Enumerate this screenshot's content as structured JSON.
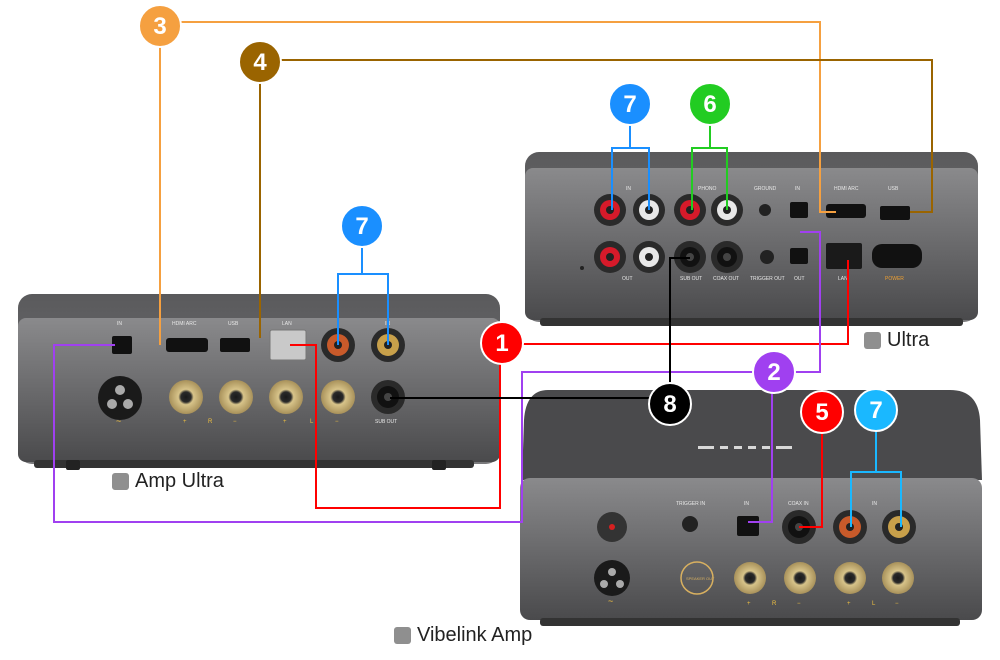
{
  "devices": {
    "amp_ultra": {
      "name": "Amp Ultra",
      "ports": {
        "in": "IN",
        "hdmi": "HDMI ARC",
        "usb": "USB",
        "lan": "LAN",
        "in2": "IN",
        "sub": "SUB OUT",
        "spk": [
          "+",
          "R",
          "−",
          "+",
          "L",
          "−"
        ]
      }
    },
    "ultra": {
      "name": "Ultra",
      "ports": {
        "in": "IN",
        "phono": "PHONO",
        "ground": "GROUND",
        "opt_in": "IN",
        "hdmi": "HDMI ARC",
        "usb": "USB",
        "out": "OUT",
        "sub": "SUB OUT",
        "coax": "COAX OUT",
        "trigger": "TRIGGER OUT",
        "opt_out": "OUT",
        "lan": "LAN",
        "power": "POWER"
      }
    },
    "vibelink_amp": {
      "name": "Vibelink Amp",
      "ports": {
        "trigger": "TRIGGER IN",
        "in": "IN",
        "coax": "COAX IN",
        "rca": "IN",
        "speaker": "SPEAKER OUT",
        "spk": [
          "+",
          "R",
          "−",
          "+",
          "L",
          "−"
        ]
      }
    }
  },
  "badges": [
    {
      "id": "b1",
      "text": "1",
      "color": "#ff0000"
    },
    {
      "id": "b2",
      "text": "2",
      "color": "#a040f0"
    },
    {
      "id": "b3",
      "text": "3",
      "color": "#f5a040"
    },
    {
      "id": "b4",
      "text": "4",
      "color": "#9a6400"
    },
    {
      "id": "b5",
      "text": "5",
      "color": "#ff0000"
    },
    {
      "id": "b6",
      "text": "6",
      "color": "#22cc22"
    },
    {
      "id": "b7a",
      "text": "7",
      "color": "#1a8fff"
    },
    {
      "id": "b7b",
      "text": "7",
      "color": "#1a8fff"
    },
    {
      "id": "b7c",
      "text": "7",
      "color": "#1ab8ff"
    },
    {
      "id": "b8",
      "text": "8",
      "color": "#000000"
    }
  ],
  "cable_colors": {
    "c1": "#ff0000",
    "c2": "#a040f0",
    "c3": "#f5a040",
    "c4": "#9a6400",
    "c5": "#ff0000",
    "c6": "#22cc22",
    "c7": "#1a8fff",
    "c7b": "#1ab8ff",
    "c8": "#000000"
  }
}
